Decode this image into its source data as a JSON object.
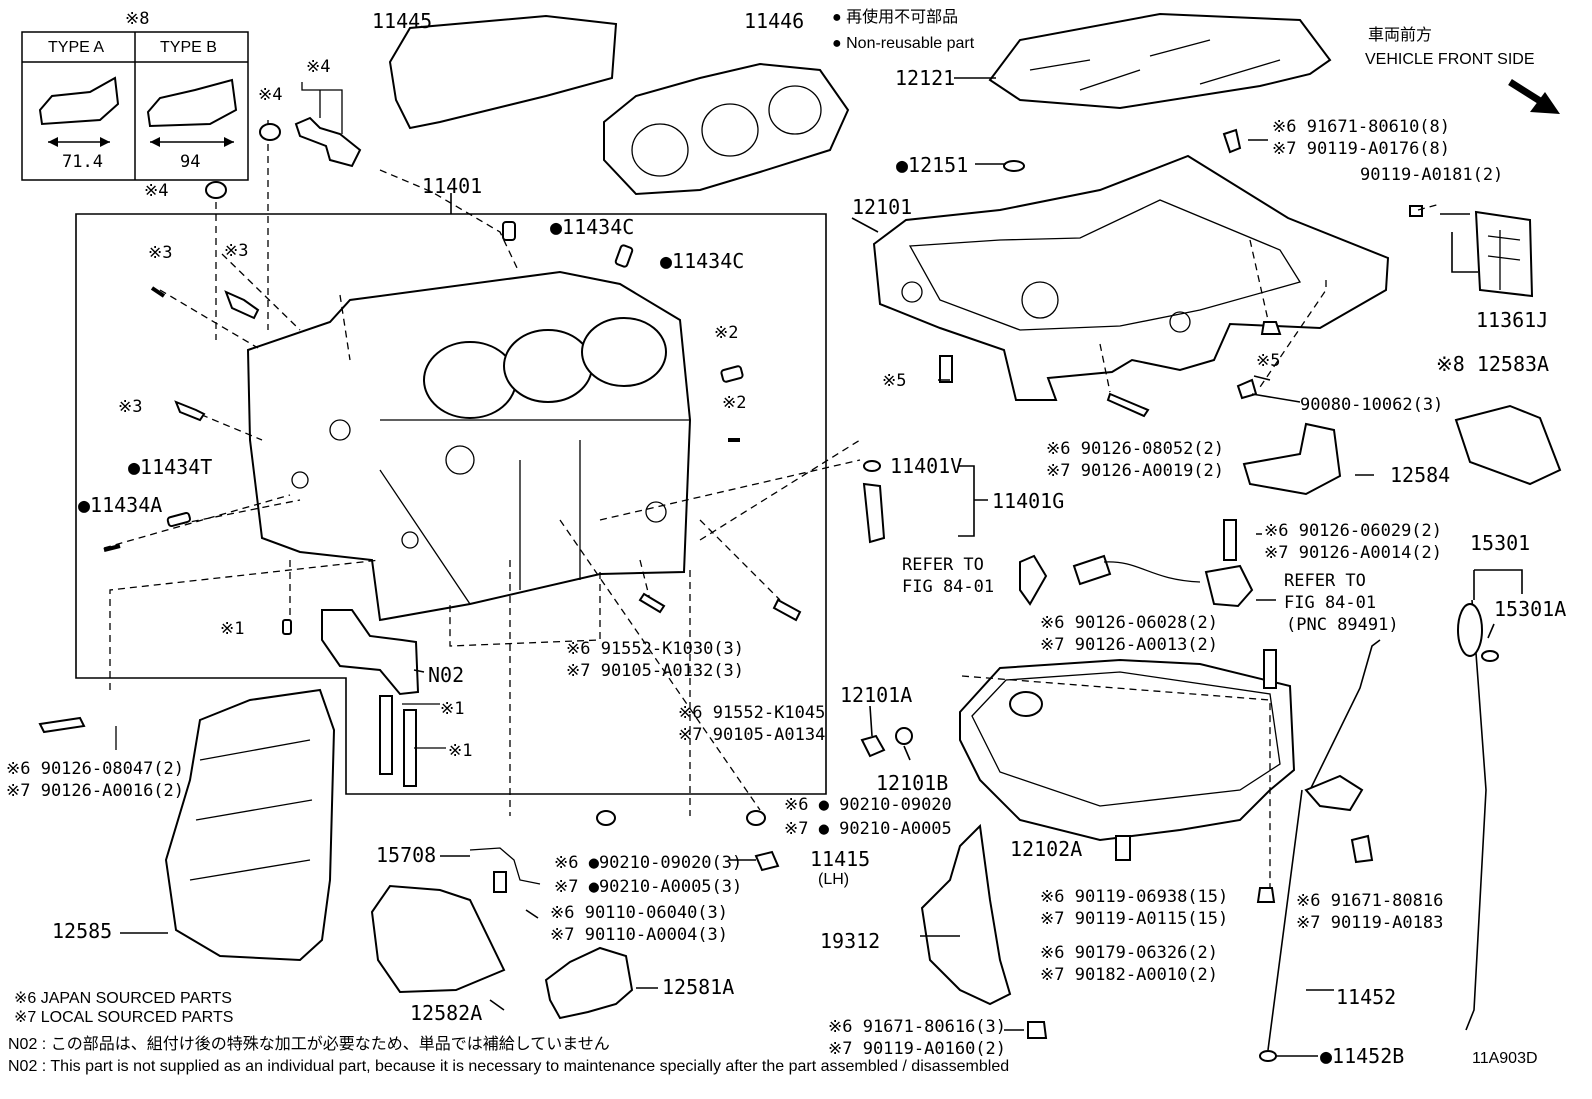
{
  "legend": {
    "jp": "● 再使用不可部品",
    "en": "● Non-reusable part"
  },
  "front": {
    "jp": "車両前方",
    "en": "VEHICLE FRONT SIDE"
  },
  "type_box": {
    "mark": "※8",
    "type_a": "TYPE A",
    "type_b": "TYPE B",
    "dim_a": "71.4",
    "dim_b": "94"
  },
  "labels": {
    "p11445": "11445",
    "p11446": "11446",
    "p12121": "12121",
    "p12151": "●12151",
    "p12101": "12101",
    "p11401": "11401",
    "c11434a": "●11434C",
    "c11434b": "●11434C",
    "p11434t": "●11434T",
    "p11434a": "●11434A",
    "p11401v": "11401V",
    "p11401g": "11401G",
    "refer1a": "REFER TO",
    "refer1b": "FIG 84-01",
    "refer2a": "REFER TO",
    "refer2b": "FIG 84-01",
    "refer2c": "(PNC 89491)",
    "n02": "N02",
    "p12101a": "12101A",
    "p12101b": "12101B",
    "p12102a": "12102A",
    "p15708": "15708",
    "p11415": "11415",
    "lh": "(LH)",
    "p12585": "12585",
    "p12582a": "12582A",
    "p12581a": "12581A",
    "p19312": "19312",
    "p11452": "11452",
    "p11452b": "●11452B",
    "p15301": "15301",
    "p15301a": "15301A",
    "p11361j": "11361J",
    "p12583a": "※8 12583A",
    "p12584": "12584",
    "m4a": "※4",
    "m4b": "※4",
    "m4c": "※4",
    "m3a": "※3",
    "m3b": "※3",
    "m3c": "※3",
    "m2a": "※2",
    "m2b": "※2",
    "m1a": "※1",
    "m1b": "※1",
    "m1c": "※1",
    "m5a": "※5",
    "m5b": "※5",
    "bolt_12121_a": "※6 91671-80610(8)",
    "bolt_12121_b": "※7 90119-A0176(8)",
    "bolt_11361j": "90119-A0181(2)",
    "bolt_90080": "90080-10062(3)",
    "stud_08052_a": "※6 90126-08052(2)",
    "stud_08052_b": "※7 90126-A0019(2)",
    "stud_06029_a": "※6 90126-06029(2)",
    "stud_06029_b": "※7 90126-A0014(2)",
    "stud_06028_a": "※6 90126-06028(2)",
    "stud_06028_b": "※7 90126-A0013(2)",
    "k1030_a": "※6 91552-K1030(3)",
    "k1030_b": "※7 90105-A0132(3)",
    "k1045_a": "※6 91552-K1045",
    "k1045_b": "※7 90105-A0134",
    "stud_08047_a": "※6 90126-08047(2)",
    "stud_08047_b": "※7 90126-A0016(2)",
    "gasket1_a": "※6 ● 90210-09020",
    "gasket1_b": "※7 ● 90210-A0005",
    "gasket2_a": "※6 ●90210-09020(3)",
    "gasket2_b": "※7 ●90210-A0005(3)",
    "bolt_06040_a": "※6 90110-06040(3)",
    "bolt_06040_b": "※7 90110-A0004(3)",
    "bolt_06938_a": "※6 90119-06938(15)",
    "bolt_06938_b": "※7 90119-A0115(15)",
    "nut_06326_a": "※6 90179-06326(2)",
    "nut_06326_b": "※7 90182-A0010(2)",
    "bolt_80816_a": "※6 91671-80816",
    "bolt_80816_b": "※7 90119-A0183",
    "bolt_80616_a": "※6 91671-80616(3)",
    "bolt_80616_b": "※7 90119-A0160(2)"
  },
  "footnotes": {
    "n6": "※6  JAPAN SOURCED PARTS",
    "n7": "※7  LOCAL SOURCED PARTS",
    "n02_jp": "N02 : この部品は、組付け後の特殊な加工が必要なため、単品では補給していません",
    "n02_en": "N02 : This part is not supplied as an individual part, because it is necessary to maintenance specially after the part assembled / disassembled"
  },
  "figure_code": "11A903D"
}
